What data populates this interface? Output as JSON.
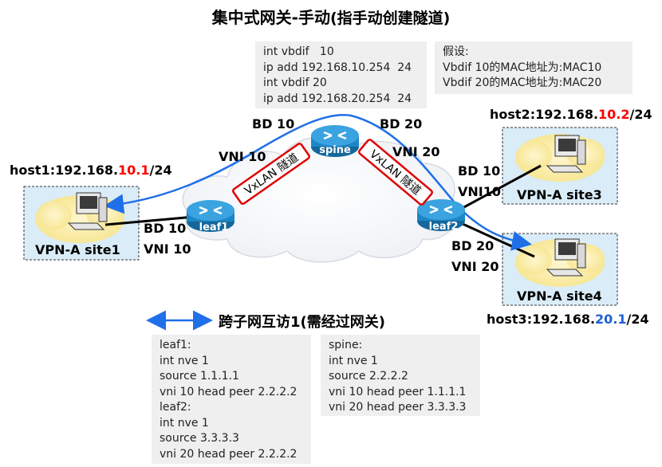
{
  "title": {
    "main": "集中式网关-手动",
    "paren": "(指手动创建隧道)"
  },
  "spine_config": {
    "lines": [
      "int vbdif   10",
      "ip add 192.168.10.254  24",
      "int vbdif 20",
      "ip add 192.168.20.254  24"
    ]
  },
  "assumption": {
    "lines": [
      "假设:",
      "Vbdif 10的MAC地址为:MAC10",
      "Vbdif 20的MAC地址为:MAC20"
    ]
  },
  "devices": {
    "spine": "spine",
    "leaf1": "leaf1",
    "leaf2": "leaf2"
  },
  "tunnels": {
    "left": "VxLAN 隧道",
    "right": "VxLAN 隧道"
  },
  "spine_labels": {
    "bd_left": "BD 10",
    "bd_right": "BD  20",
    "vni_left": "VNI 10",
    "vni_right": "VNI 20"
  },
  "leaf1_labels": {
    "bd": "BD 10",
    "vni": "VNI 10"
  },
  "leaf2_labels": {
    "bd_top": "BD 10",
    "vni_top": "VNI10",
    "bd_bottom": "BD 20",
    "vni_bottom": "VNI 20"
  },
  "hosts": {
    "host1": {
      "prefix": "host1:192.168.",
      "mid": "10.1",
      "suffix": "/24",
      "site": "VPN-A site1"
    },
    "host2": {
      "prefix": "host2:192.168.",
      "mid": "10.2",
      "suffix": "/24",
      "site": "VPN-A site3"
    },
    "host3": {
      "prefix": "host3:192.168.",
      "mid": "20.1",
      "suffix": "/24",
      "site": "VPN-A site4"
    }
  },
  "legend": {
    "text": "跨子网互访1(需经过网关)"
  },
  "leaf_config": {
    "lines": [
      "leaf1:",
      "int nve 1",
      "source 1.1.1.1",
      "vni 10 head peer 2.2.2.2",
      "leaf2:",
      "int nve 1",
      "source 3.3.3.3",
      "vni 20 head peer 2.2.2.2"
    ]
  },
  "spine_nve_config": {
    "lines": [
      "spine:",
      "int nve 1",
      "source 2.2.2.2",
      "vni 10 head peer 1.1.1.1",
      "vni 20 head peer 3.3.3.3"
    ]
  },
  "colors": {
    "accent_red": "#ff0000",
    "accent_blue": "#1f5fd6",
    "arrow": "#1f6fe8",
    "router": "#1d86c6",
    "site_bg": "#d9ecf7"
  }
}
